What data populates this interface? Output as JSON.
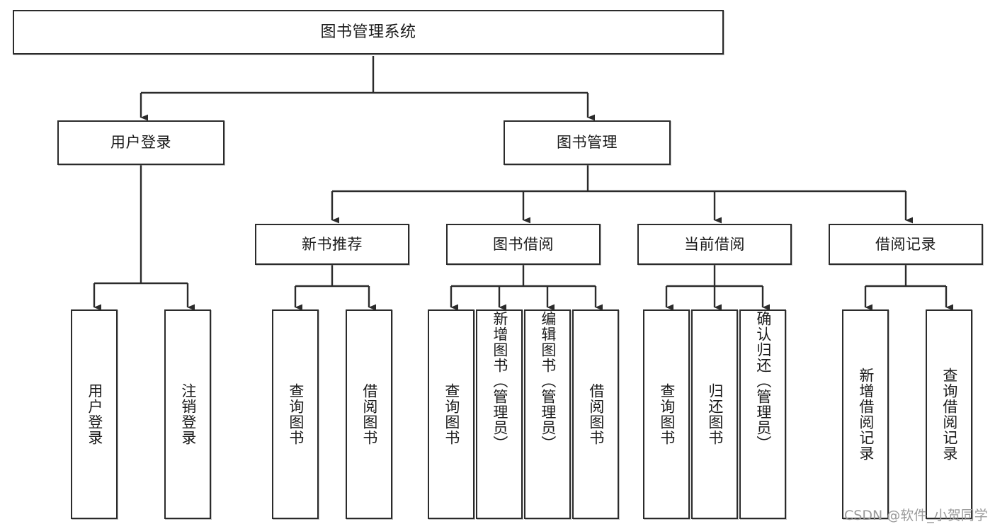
{
  "diagram": {
    "type": "tree-hierarchy-chart",
    "title": "图书管理系统",
    "orientation": "top-down",
    "colors": {
      "box_border": "#2b2b2b",
      "box_fill": "#ffffff",
      "edge": "#2b2b2b",
      "text": "#1b1b1b",
      "watermark": "#9a9a9a"
    },
    "root": {
      "label": "图书管理系统"
    },
    "level2": [
      {
        "label": "用户登录"
      },
      {
        "label": "图书管理"
      }
    ],
    "level3": [
      {
        "label": "新书推荐"
      },
      {
        "label": "图书借阅"
      },
      {
        "label": "当前借阅"
      },
      {
        "label": "借阅记录"
      }
    ],
    "leaves": {
      "user_login": [
        {
          "label": "用户登录"
        },
        {
          "label": "注销登录"
        }
      ],
      "new_book_recommend": [
        {
          "label": "查询图书"
        },
        {
          "label": "借阅图书"
        }
      ],
      "book_borrow": [
        {
          "label": "查询图书"
        },
        {
          "label": "新增图书（管理员）"
        },
        {
          "label": "编辑图书（管理员）"
        },
        {
          "label": "借阅图书"
        }
      ],
      "current_borrow": [
        {
          "label": "查询图书"
        },
        {
          "label": "归还图书"
        },
        {
          "label": "确认归还（管理员）"
        }
      ],
      "borrow_records": [
        {
          "label": "新增借阅记录"
        },
        {
          "label": "查询借阅记录"
        }
      ]
    }
  },
  "watermark": {
    "text": "CSDN @软件_小贺同学"
  }
}
